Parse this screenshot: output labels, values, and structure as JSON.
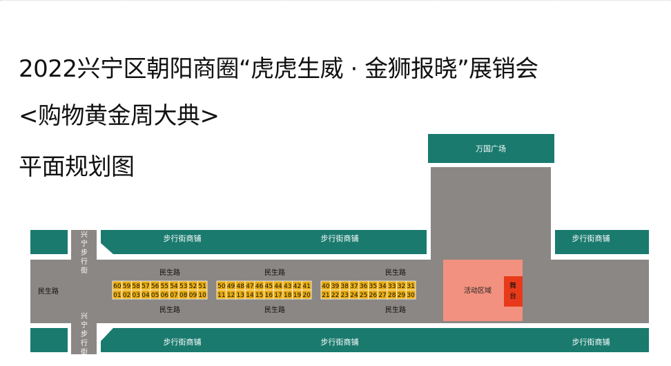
{
  "title": {
    "line1": "2022兴宁区朝阳商圈“虎虎生威 · 金狮报晓”展销会",
    "line2": "<购物黄金周大典>",
    "line3": "平面规划图"
  },
  "labels": {
    "wanguo_plaza": "万国广场",
    "shop_row": "步行街商铺",
    "minsheng_road": "民生路",
    "xingning_street": [
      "兴",
      "宁",
      "步",
      "行",
      "街"
    ],
    "activity_area": "活动区域",
    "stage": [
      "舞",
      "台"
    ]
  },
  "stalls": {
    "block1": {
      "top": [
        "60",
        "59",
        "58",
        "57",
        "56",
        "55",
        "54",
        "53",
        "52",
        "51"
      ],
      "bottom": [
        "01",
        "02",
        "03",
        "04",
        "05",
        "06",
        "07",
        "08",
        "09",
        "10"
      ]
    },
    "block2": {
      "top": [
        "50",
        "49",
        "48",
        "47",
        "46",
        "45",
        "44",
        "43",
        "42",
        "41"
      ],
      "bottom": [
        "11",
        "12",
        "13",
        "14",
        "15",
        "16",
        "17",
        "18",
        "19",
        "20"
      ]
    },
    "block3": {
      "top": [
        "40",
        "39",
        "38",
        "37",
        "36",
        "35",
        "34",
        "33",
        "32",
        "31"
      ],
      "bottom": [
        "21",
        "22",
        "23",
        "24",
        "25",
        "26",
        "27",
        "28",
        "29",
        "30"
      ]
    }
  },
  "colors": {
    "teal": "#1a7a6e",
    "road": "#8a8785",
    "stall": "#e8ac12",
    "activity": "#f2917f",
    "stage": "#e83a1a"
  }
}
